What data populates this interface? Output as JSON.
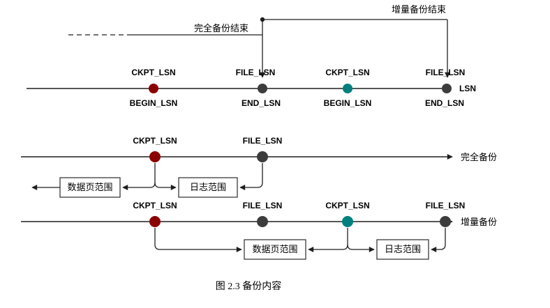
{
  "figure": {
    "caption": "图 2.3  备份内容"
  },
  "colors": {
    "full_ckpt_dot": "#8B0000",
    "incr_ckpt_dot": "#007F7F",
    "file_dot": "#3C3C3C"
  },
  "callouts": {
    "full_backup_end": "完全备份结束",
    "incr_backup_end": "增量备份结束"
  },
  "lsn_axis": {
    "label": "LSN",
    "points": [
      {
        "above": "CKPT_LSN",
        "below": "BEGIN_LSN"
      },
      {
        "above": "FILE_LSN",
        "below": "END_LSN"
      },
      {
        "above": "CKPT_LSN",
        "below": "BEGIN_LSN"
      },
      {
        "above": "FILE_LSN",
        "below": "END_LSN"
      }
    ]
  },
  "full_backup": {
    "label": "完全备份",
    "points": [
      {
        "above": "CKPT_LSN"
      },
      {
        "above": "FILE_LSN"
      }
    ],
    "boxes": [
      {
        "label": "数据页范围"
      },
      {
        "label": "日志范围"
      }
    ]
  },
  "incr_backup": {
    "label": "增量备份",
    "points": [
      {
        "above": "CKPT_LSN"
      },
      {
        "above": "FILE_LSN"
      },
      {
        "above": "CKPT_LSN"
      },
      {
        "above": "FILE_LSN"
      }
    ],
    "boxes": [
      {
        "label": "数据页范围"
      },
      {
        "label": "日志范围"
      }
    ]
  }
}
